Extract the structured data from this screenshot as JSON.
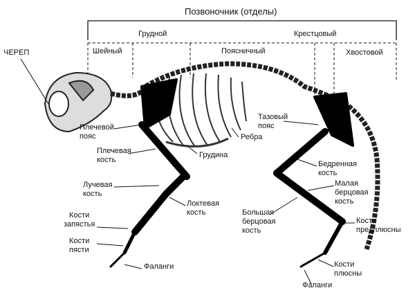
{
  "title": "Позвоночник (отделы)",
  "sections": {
    "thoracic": "Грудной",
    "sacral": "Крестцовый",
    "cervical": "Шейный",
    "lumbar": "Поясничный",
    "caudal": "Хвостовой"
  },
  "labels": {
    "skull": "ЧЕРЕП",
    "shoulder_girdle": [
      "Плечевой",
      "пояс"
    ],
    "humerus": [
      "Плечевая",
      "кость"
    ],
    "sternum": "Грудина",
    "ribs": "Ребра",
    "pelvic_girdle": [
      "Тазовый",
      "пояс"
    ],
    "femur": [
      "Бедренная",
      "кость"
    ],
    "radius": [
      "Лучевая",
      "кость"
    ],
    "ulna": [
      "Локтевая",
      "кость"
    ],
    "fibula": [
      "Малая",
      "берцовая",
      "кость"
    ],
    "tibia": [
      "Большая",
      "берцовая",
      "кость"
    ],
    "carpals": [
      "Кости",
      "запястья"
    ],
    "metacarpals": [
      "Кости",
      "пясти"
    ],
    "tarsals": [
      "Кости",
      "предплюсны"
    ],
    "front_phalanges": "Фаланги",
    "metatarsals": [
      "Кости",
      "плюсны"
    ],
    "hind_phalanges": "Фаланги"
  }
}
